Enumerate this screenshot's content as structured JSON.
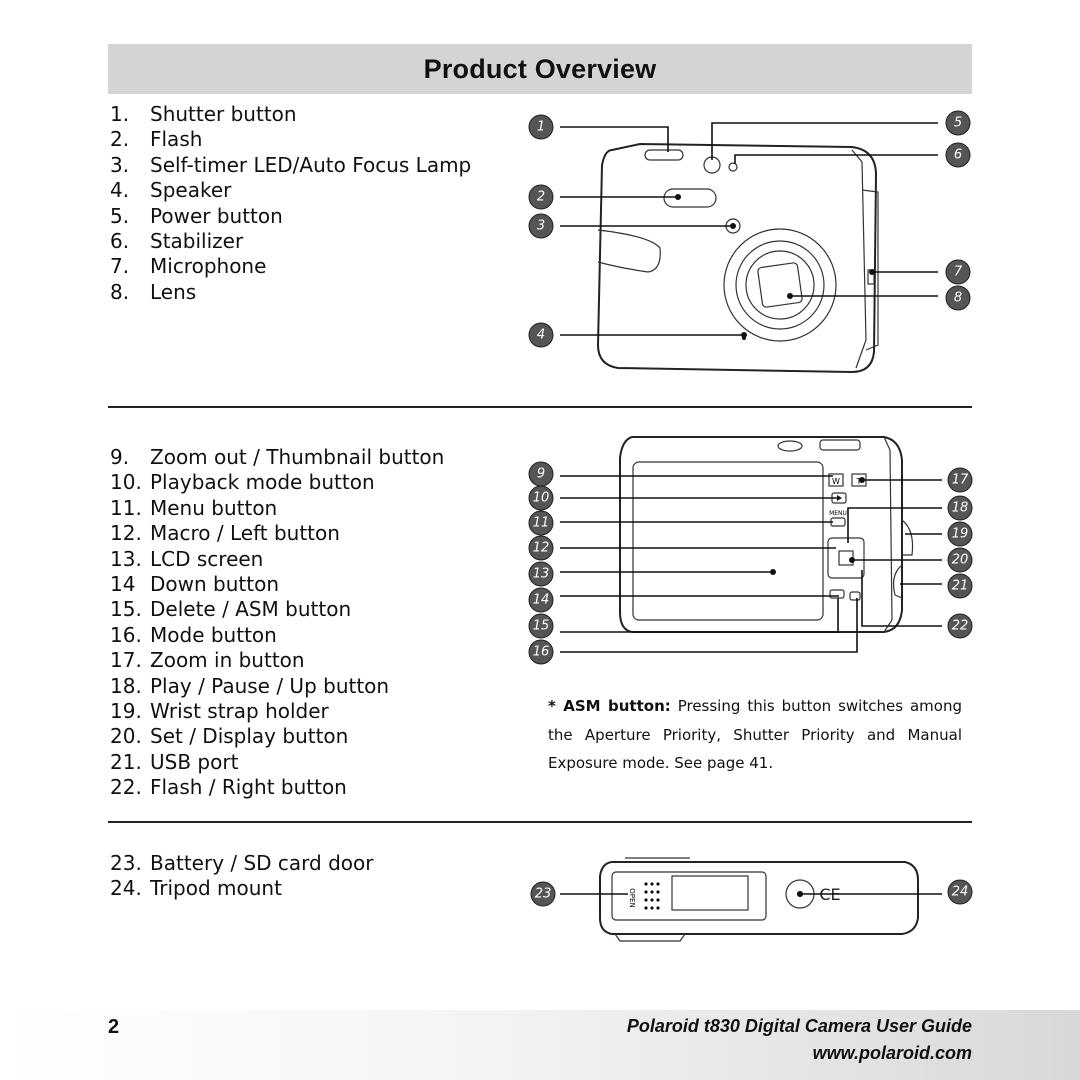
{
  "page": {
    "title": "Product Overview",
    "page_number": "2",
    "guide_title": "Polaroid t830 Digital Camera User Guide",
    "website": "www.polaroid.com"
  },
  "front_items": [
    {
      "num": "1.",
      "label": "Shutter button"
    },
    {
      "num": "2.",
      "label": "Flash"
    },
    {
      "num": "3.",
      "label": "Self-timer LED/Auto Focus Lamp"
    },
    {
      "num": "4.",
      "label": "Speaker"
    },
    {
      "num": "5.",
      "label": "Power button"
    },
    {
      "num": "6.",
      "label": "Stabilizer"
    },
    {
      "num": "7.",
      "label": "Microphone"
    },
    {
      "num": "8.",
      "label": "Lens"
    }
  ],
  "back_items": [
    {
      "num": "9.",
      "label": "Zoom out / Thumbnail button"
    },
    {
      "num": "10.",
      "label": "Playback mode button"
    },
    {
      "num": "11.",
      "label": "Menu button"
    },
    {
      "num": "12.",
      "label": "Macro / Left button"
    },
    {
      "num": "13.",
      "label": "LCD screen"
    },
    {
      "num": "14",
      "label": "Down button"
    },
    {
      "num": "15.",
      "label": "Delete / ASM button"
    },
    {
      "num": "16.",
      "label": "Mode button"
    },
    {
      "num": "17.",
      "label": "Zoom in button"
    },
    {
      "num": "18.",
      "label": "Play / Pause / Up button"
    },
    {
      "num": "19.",
      "label": "Wrist strap holder"
    },
    {
      "num": "20.",
      "label": "Set / Display button"
    },
    {
      "num": "21.",
      "label": "USB port"
    },
    {
      "num": "22.",
      "label": "Flash / Right button"
    }
  ],
  "bottom_items": [
    {
      "num": "23.",
      "label": "Battery / SD card door"
    },
    {
      "num": "24.",
      "label": "Tripod mount"
    }
  ],
  "asm_note": {
    "bold": "* ASM button:",
    "text": " Pressing this button switches among the Aperture Priority, Shutter Priority and Manual Exposure mode. See page 41."
  },
  "callouts": {
    "front": [
      "1",
      "2",
      "3",
      "4",
      "5",
      "6",
      "7",
      "8"
    ],
    "back": [
      "9",
      "10",
      "11",
      "12",
      "13",
      "14",
      "15",
      "16",
      "17",
      "18",
      "19",
      "20",
      "21",
      "22"
    ],
    "bottom": [
      "23",
      "24"
    ]
  },
  "camera_labels": {
    "zoom_out": "W",
    "zoom_in": "T",
    "menu": "MENU",
    "open": "OPEN",
    "ce_mark": "CE"
  }
}
